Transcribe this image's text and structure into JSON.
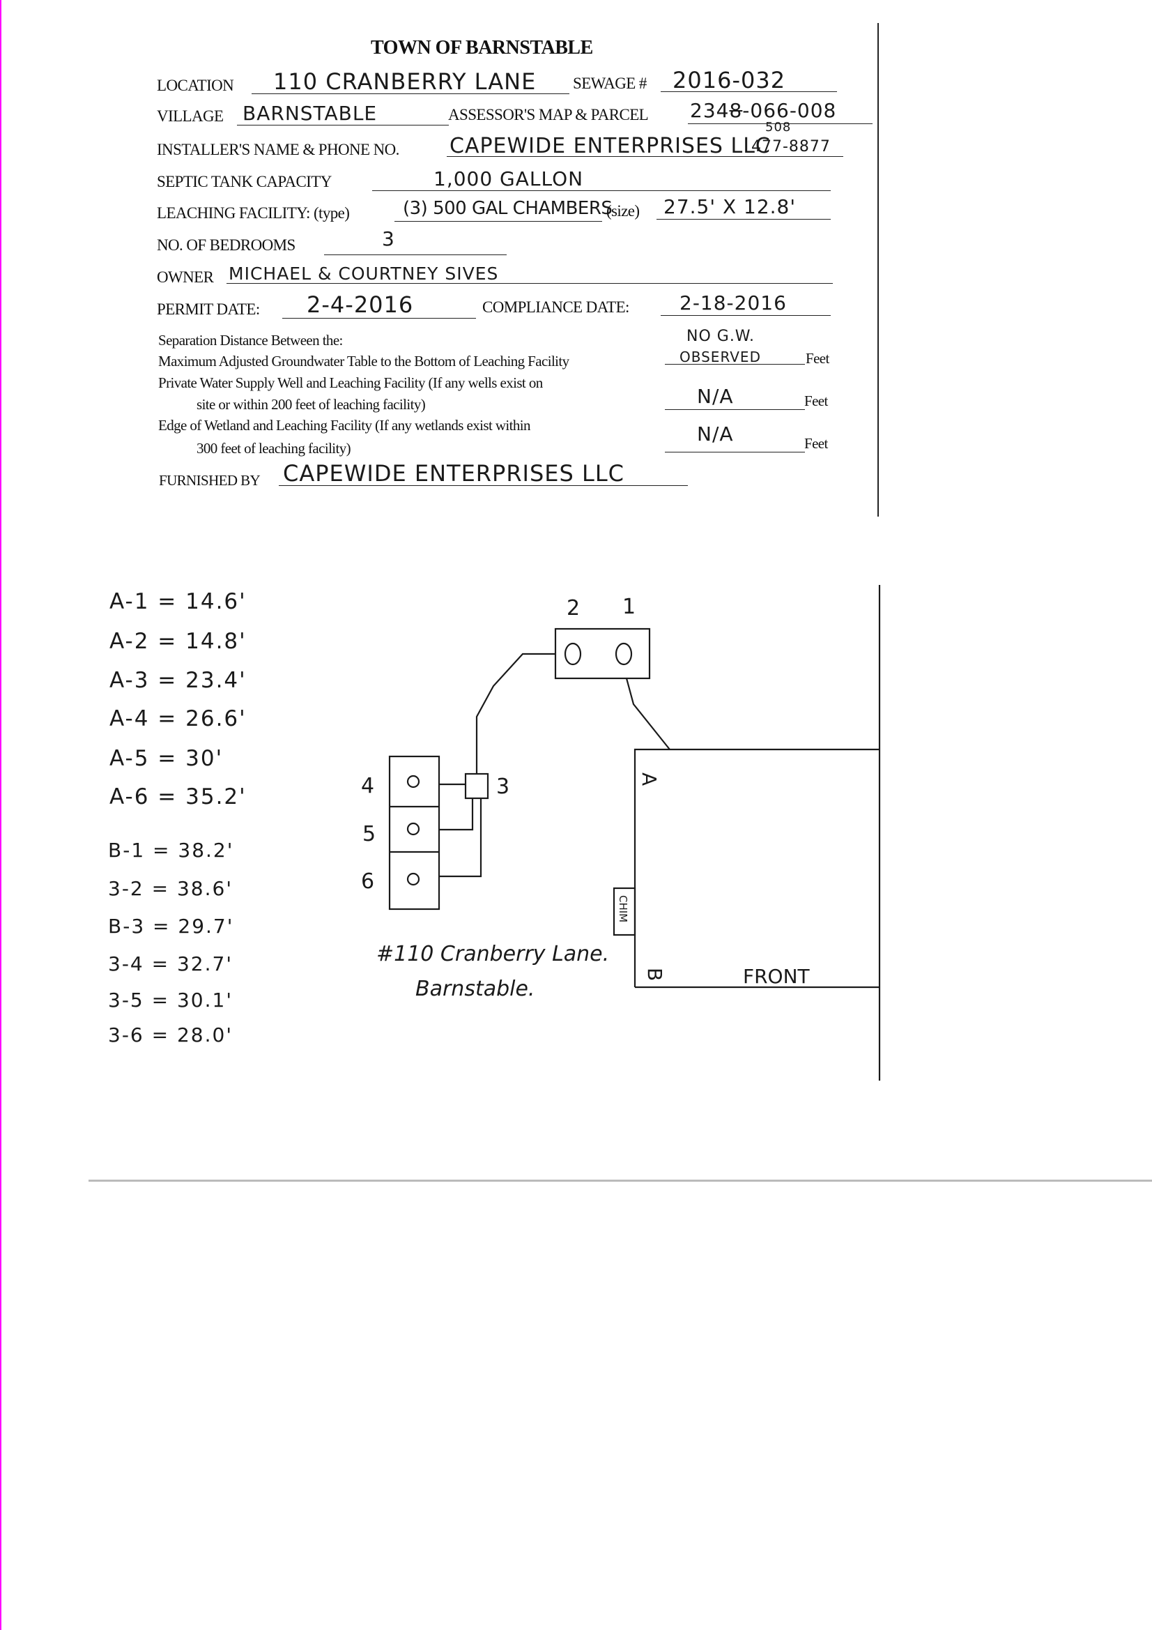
{
  "form": {
    "title": "TOWN OF BARNSTABLE",
    "location": {
      "label": "LOCATION",
      "value": "110 CRANBERRY LANE"
    },
    "sewage": {
      "label": "SEWAGE #",
      "value": "2016-032"
    },
    "village": {
      "label": "VILLAGE",
      "value": "BARNSTABLE"
    },
    "parcel": {
      "label": "ASSESSOR'S MAP & PARCEL",
      "value_prefix": "234",
      "struck": "8",
      "value_suffix": "-066-008"
    },
    "installer": {
      "label": "INSTALLER'S NAME & PHONE NO.",
      "value": "CAPEWIDE ENTERPRISES LLC",
      "area_code": "508",
      "phone": "477-8877"
    },
    "septic": {
      "label": "SEPTIC TANK CAPACITY",
      "value": "1,000 GALLON"
    },
    "leaching": {
      "label": "LEACHING FACILITY: (type)",
      "type_value": "(3) 500 GAL CHAMBERS",
      "size_label": "(size)",
      "size_value": "27.5' X 12.8'"
    },
    "bedrooms": {
      "label": "NO. OF BEDROOMS",
      "value": "3"
    },
    "owner": {
      "label": "OWNER",
      "value": "MICHAEL & COURTNEY SIVES"
    },
    "permit_date": {
      "label": "PERMIT DATE:",
      "value": "2-4-2016"
    },
    "compliance_date": {
      "label": "COMPLIANCE DATE:",
      "value": "2-18-2016"
    },
    "separation": {
      "heading": "Separation Distance Between the:",
      "groundwater": {
        "label": "Maximum Adjusted Groundwater Table to the Bottom of Leaching Facility",
        "value_line1": "NO G.W.",
        "value_line2": "OBSERVED",
        "unit": "Feet"
      },
      "well": {
        "label_line1": "Private Water Supply Well and Leaching Facility (If any wells exist on",
        "label_line2": "site or within 200 feet of leaching facility)",
        "value": "N/A",
        "unit": "Feet"
      },
      "wetland": {
        "label_line1": "Edge of Wetland and Leaching Facility (If any wetlands exist within",
        "label_line2": "300 feet of leaching facility)",
        "value": "N/A",
        "unit": "Feet"
      }
    },
    "furnished_by": {
      "label": "FURNISHED BY",
      "value": "CAPEWIDE ENTERPRISES LLC"
    }
  },
  "measurements": [
    "A-1 = 14.6'",
    "A-2 = 14.8'",
    "A-3 = 23.4'",
    "A-4 = 26.6'",
    "A-5 = 30'",
    "A-6 = 35.2'",
    "B-1 = 38.2'",
    "3-2 = 38.6'",
    "B-3 = 29.7'",
    "3-4 = 32.7'",
    "3-5 = 30.1'",
    "3-6 = 28.0'"
  ],
  "sketch": {
    "label_1": "1",
    "label_2": "2",
    "label_3": "3",
    "label_4": "4",
    "label_5": "5",
    "label_6": "6",
    "corner_a": "A",
    "corner_b": "B",
    "front": "FRONT",
    "chimney": "CHIM",
    "caption_line1": "#110 Cranberry Lane.",
    "caption_line2": "Barnstable."
  }
}
